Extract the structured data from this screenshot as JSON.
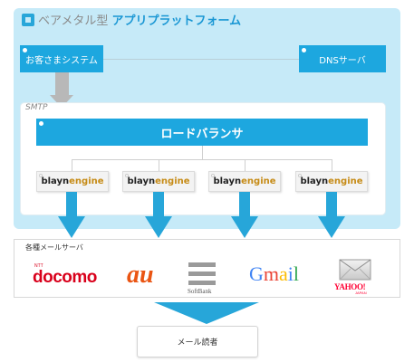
{
  "platform": {
    "title_prefix": "ベアメタル型",
    "title_main": "アプリプラットフォーム",
    "customer_system": "お客さまシステム",
    "dns_server": "DNSサーバ",
    "smtp_label": "SMTP",
    "load_balancer": "ロードバランサ",
    "engines": [
      {
        "brand": "blayn",
        "suffix": "engine"
      },
      {
        "brand": "blayn",
        "suffix": "engine"
      },
      {
        "brand": "blayn",
        "suffix": "engine"
      },
      {
        "brand": "blayn",
        "suffix": "engine"
      }
    ]
  },
  "carriers": {
    "label": "各種メールサーバ",
    "docomo_ntt": "NTT",
    "docomo": "docomo",
    "au": "au",
    "softbank": "SoftBank",
    "gmail": [
      "G",
      "m",
      "a",
      "i",
      "l"
    ],
    "yahoo": "YAHOO!",
    "yahoo_sub": "JAPAN"
  },
  "reader": "メール読者",
  "colors": {
    "platform_bg": "#c6eaf8",
    "box_blue": "#1da7df",
    "arrow_blue": "#27a6d9",
    "arrow_gray": "#b8b8b8",
    "engine_gold": "#c68b16",
    "docomo_red": "#d9001b",
    "au_orange": "#ea5513",
    "gmail": [
      "#4285f4",
      "#ea4335",
      "#fbbc05",
      "#4285f4",
      "#34a853"
    ]
  }
}
